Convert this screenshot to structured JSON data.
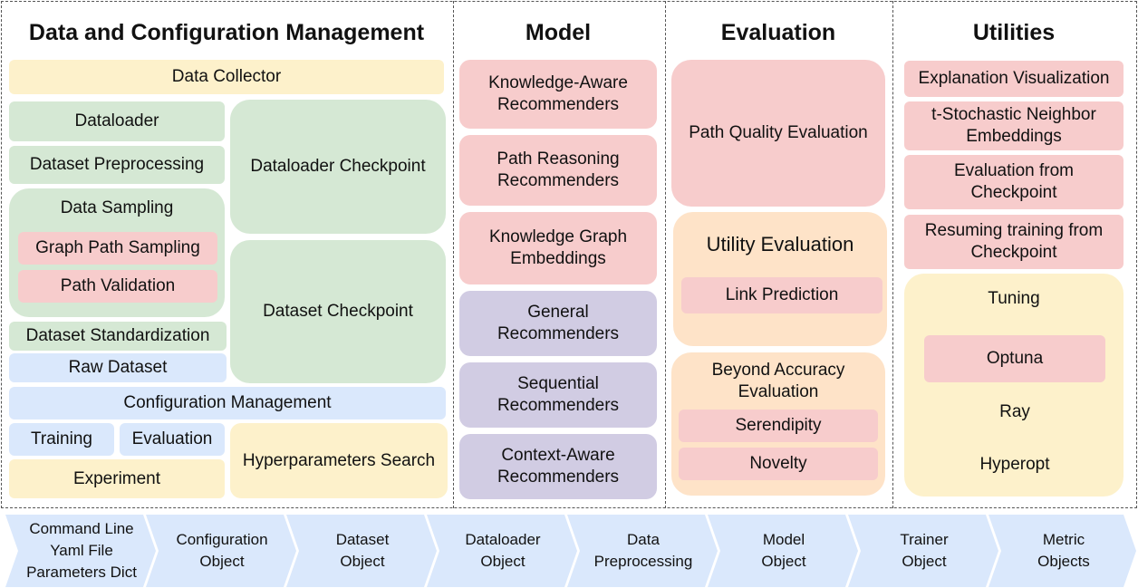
{
  "headers": {
    "data_config": "Data and Configuration Management",
    "model": "Model",
    "evaluation": "Evaluation",
    "utilities": "Utilities"
  },
  "data_config": {
    "data_collector": "Data Collector",
    "dataloader": "Dataloader",
    "dataset_preprocessing": "Dataset Preprocessing",
    "data_sampling": "Data Sampling",
    "graph_path_sampling": "Graph Path Sampling",
    "path_validation": "Path Validation",
    "dataset_standardization": "Dataset Standardization",
    "raw_dataset": "Raw Dataset",
    "dataloader_checkpoint": "Dataloader Checkpoint",
    "dataset_checkpoint": "Dataset Checkpoint",
    "configuration_management": "Configuration Management",
    "training": "Training",
    "evaluation": "Evaluation",
    "experiment": "Experiment",
    "hyperparameters_search": "Hyperparameters Search"
  },
  "model": {
    "knowledge_aware": "Knowledge-Aware\nRecommenders",
    "path_reasoning": "Path Reasoning\nRecommenders",
    "kg_embeddings": "Knowledge Graph\nEmbeddings",
    "general": "General\nRecommenders",
    "sequential": "Sequential\nRecommenders",
    "context_aware": "Context-Aware\nRecommenders"
  },
  "evaluation": {
    "path_quality": "Path Quality Evaluation",
    "utility": "Utility Evaluation",
    "link_prediction": "Link Prediction",
    "beyond_accuracy": "Beyond Accuracy\nEvaluation",
    "serendipity": "Serendipity",
    "novelty": "Novelty"
  },
  "utilities": {
    "explanation_visualization": "Explanation Visualization",
    "tsne": "t-Stochastic Neighbor\nEmbeddings",
    "eval_from_checkpoint": "Evaluation from\nCheckpoint",
    "resume_training": "Resuming training from\nCheckpoint",
    "tuning": "Tuning",
    "optuna": "Optuna",
    "ray": "Ray",
    "hyperopt": "Hyperopt"
  },
  "pipeline": [
    "Command Line\nYaml File\nParameters Dict",
    "Configuration\nObject",
    "Dataset\nObject",
    "Dataloader\nObject",
    "Data\nPreprocessing",
    "Model\nObject",
    "Trainer\nObject",
    "Metric\nObjects"
  ],
  "colors": {
    "yellow": "#fdf1cb",
    "green": "#d5e8d4",
    "red": "#f7cccc",
    "blue": "#dae8fc",
    "purple": "#d1cce3",
    "orange": "#fee3c8",
    "pipeline": "#dae8fc"
  }
}
